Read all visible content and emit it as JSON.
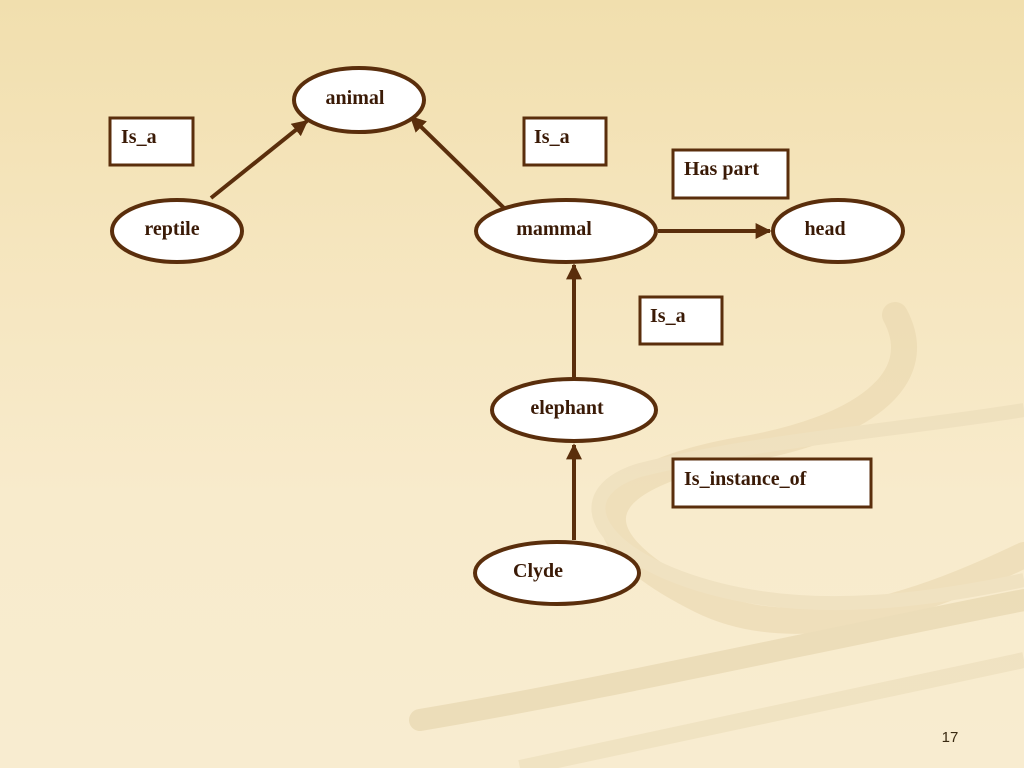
{
  "slide": {
    "page_number": "17"
  },
  "nodes": {
    "animal": "animal",
    "reptile": "reptile",
    "mammal": "mammal",
    "head": "head",
    "elephant": "elephant",
    "clyde": "Clyde"
  },
  "relations": {
    "reptile_animal": "Is_a",
    "mammal_animal": "Is_a",
    "mammal_head": "Has part",
    "elephant_mammal": "Is_a",
    "clyde_elephant": "Is_instance_of"
  },
  "colors": {
    "line": "#5a2e0c",
    "node_fill": "#ffffff",
    "text": "#3a1a06",
    "background": "#f5e5bd"
  }
}
